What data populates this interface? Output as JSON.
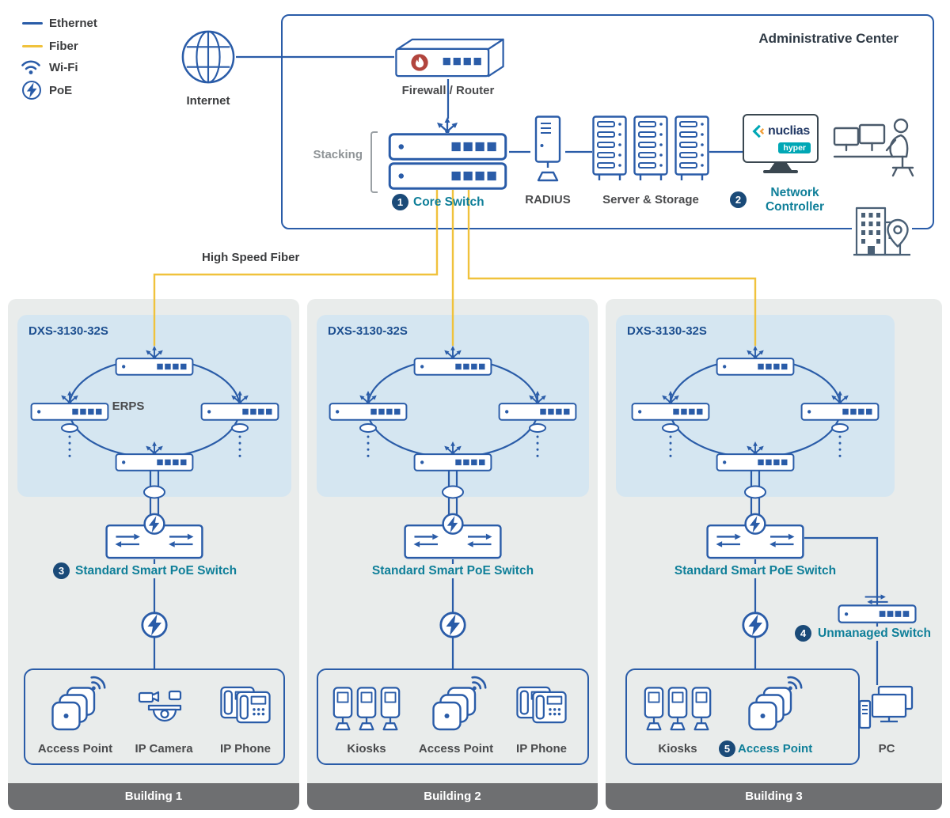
{
  "legend": {
    "items": [
      {
        "label": "Ethernet"
      },
      {
        "label": "Fiber"
      },
      {
        "label": "Wi-Fi"
      },
      {
        "label": "PoE"
      }
    ]
  },
  "internet_label": "Internet",
  "admin": {
    "title": "Administrative Center",
    "firewall_label": "Firewall / Router",
    "stacking_label": "Stacking",
    "core_badge": "1",
    "core_label": "Core Switch",
    "radius_label": "RADIUS",
    "servers_label": "Server & Storage",
    "controller_badge": "2",
    "controller_label": "Network\nController",
    "nuclias_brand": "nuclias",
    "nuclias_sub": "hyper"
  },
  "fiber_label": "High Speed Fiber",
  "buildings": [
    {
      "model": "DXS-3130-32S",
      "ring_label": "ERPS",
      "poe_badge": "3",
      "poe_label": "Standard Smart PoE Switch",
      "footer": "Building 1",
      "devices": [
        {
          "label": "Access Point"
        },
        {
          "label": "IP Camera"
        },
        {
          "label": "IP Phone"
        }
      ]
    },
    {
      "model": "DXS-3130-32S",
      "poe_label": "Standard Smart PoE Switch",
      "footer": "Building 2",
      "devices": [
        {
          "label": "Kiosks"
        },
        {
          "label": "Access Point"
        },
        {
          "label": "IP Phone"
        }
      ]
    },
    {
      "model": "DXS-3130-32S",
      "poe_label": "Standard Smart PoE Switch",
      "footer": "Building 3",
      "unmanaged_badge": "4",
      "unmanaged_label": "Unmanaged Switch",
      "ap_badge": "5",
      "devices": [
        {
          "label": "Kiosks"
        },
        {
          "label": "Access Point"
        },
        {
          "label": "PC"
        }
      ]
    }
  ],
  "colors": {
    "ethernet": "#2a5ca8",
    "fiber": "#f0c23c",
    "teal": "#0f7f99",
    "badge": "#1a4a78",
    "panel": "#e9eceb",
    "ring_box": "#d5e6f1",
    "footer_bar": "#6e6f71",
    "nuclias_teal": "#00a7b5",
    "flame_red": "#b2453e"
  }
}
